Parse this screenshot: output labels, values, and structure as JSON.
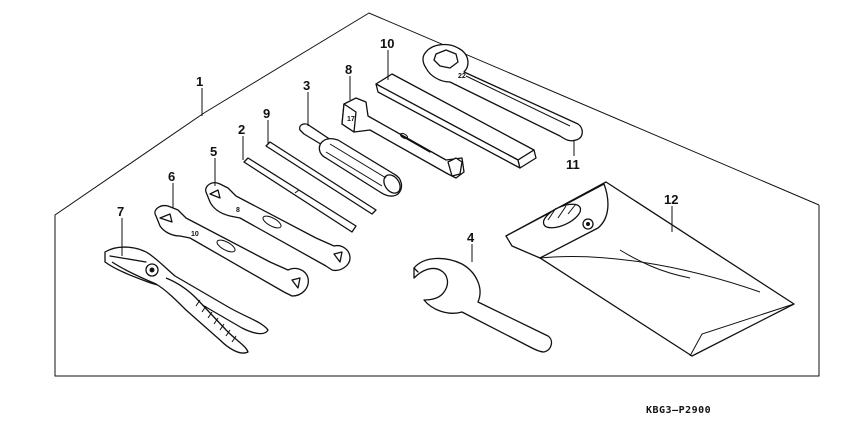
{
  "callouts": {
    "c1": "1",
    "c2": "2",
    "c3": "3",
    "c4": "4",
    "c5": "5",
    "c6": "6",
    "c7": "7",
    "c8": "8",
    "c9": "9",
    "c10": "10",
    "c11": "11",
    "c12": "12"
  },
  "part_stamps": {
    "wrench_11": "22",
    "socket_8": "17",
    "wrench_5": "8",
    "wrench_6": "10"
  },
  "drawing_code": "KBG3–P2900"
}
